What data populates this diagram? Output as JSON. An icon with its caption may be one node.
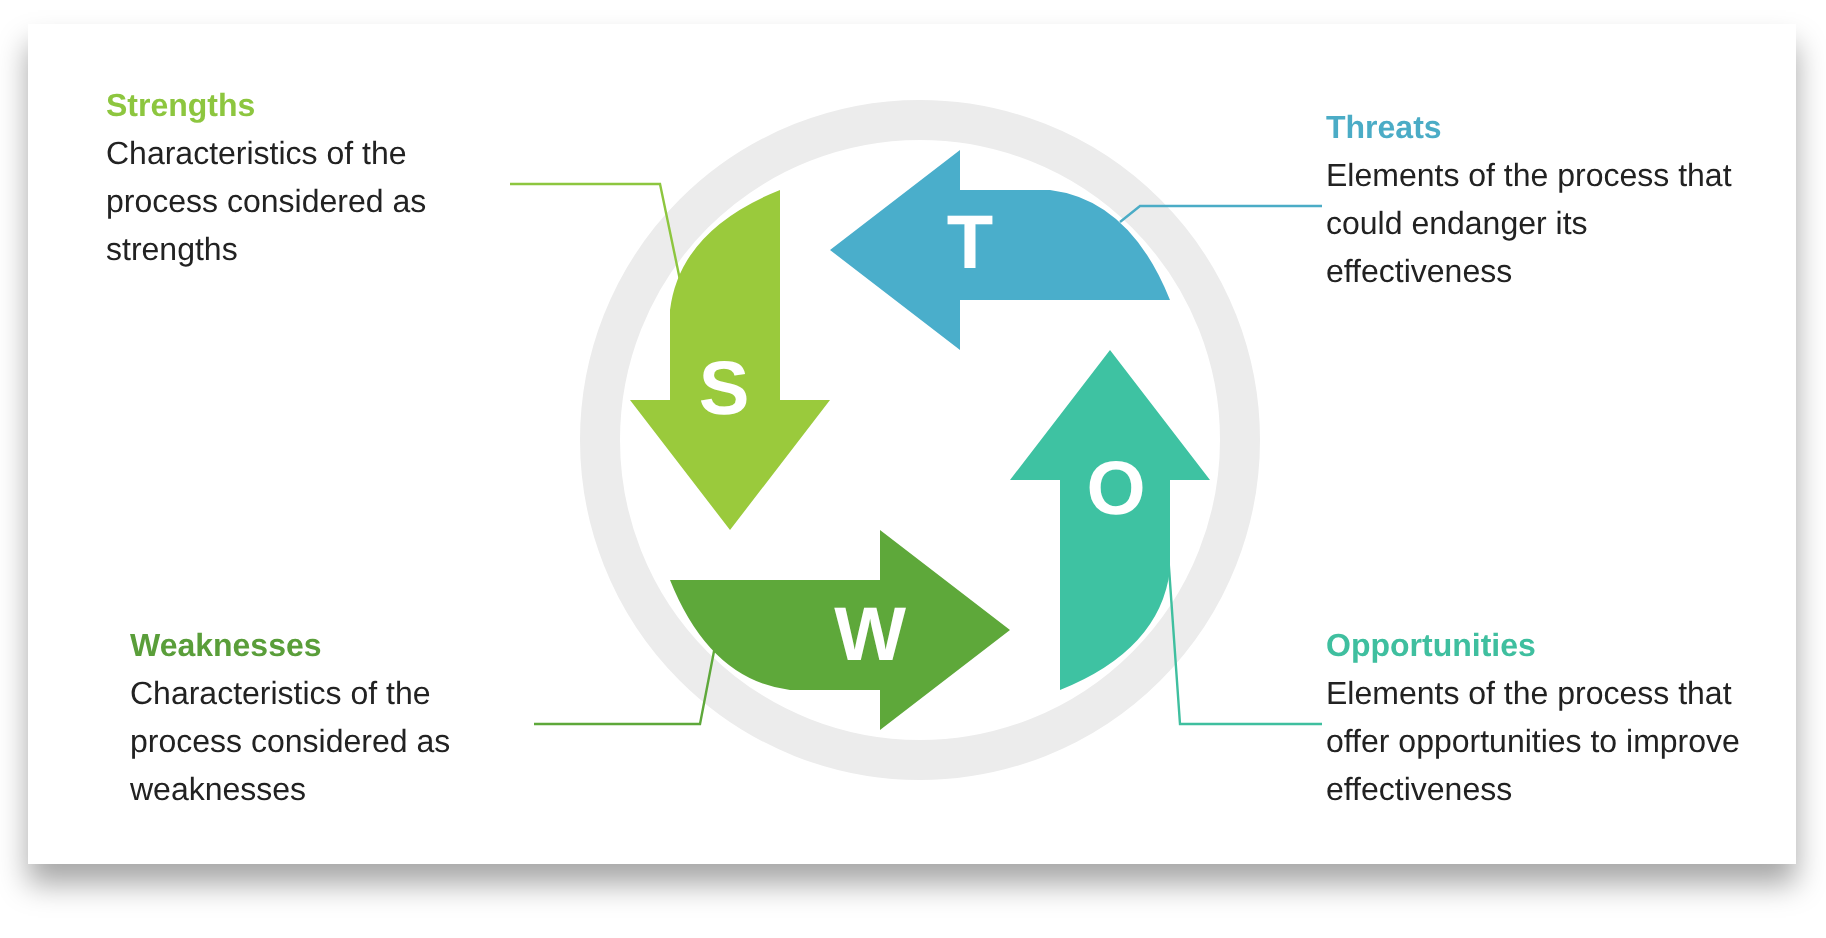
{
  "diagram": {
    "nodes": [
      {
        "text": [
          "Strengths",
          "Characteristics of the process considered as strengths"
        ]
      },
      {
        "text": [
          "Threats",
          "Elements of the process that could endanger its effectiveness"
        ]
      },
      {
        "text": [
          "T"
        ]
      },
      {
        "text": [
          "S"
        ]
      },
      {
        "text": [
          "O"
        ]
      },
      {
        "text": [
          "W"
        ]
      },
      {
        "text": [
          "Weaknesses",
          "Characteristics of the process considered as weaknesses"
        ]
      },
      {
        "text": [
          "Opportunities",
          "Elements of the process that offer opportunities to improve effectiveness"
        ]
      }
    ],
    "edges": [
      {
        "from": 0,
        "to": 3,
        "arrow": "none",
        "color": "#8dc63f"
      },
      {
        "from": 1,
        "to": 2,
        "arrow": "none",
        "color": "#4bacc6"
      },
      {
        "from": 6,
        "to": 5,
        "arrow": "none",
        "color": "#5ea83a"
      },
      {
        "from": 7,
        "to": 4,
        "arrow": "none",
        "color": "#3fbf9f"
      }
    ]
  }
}
